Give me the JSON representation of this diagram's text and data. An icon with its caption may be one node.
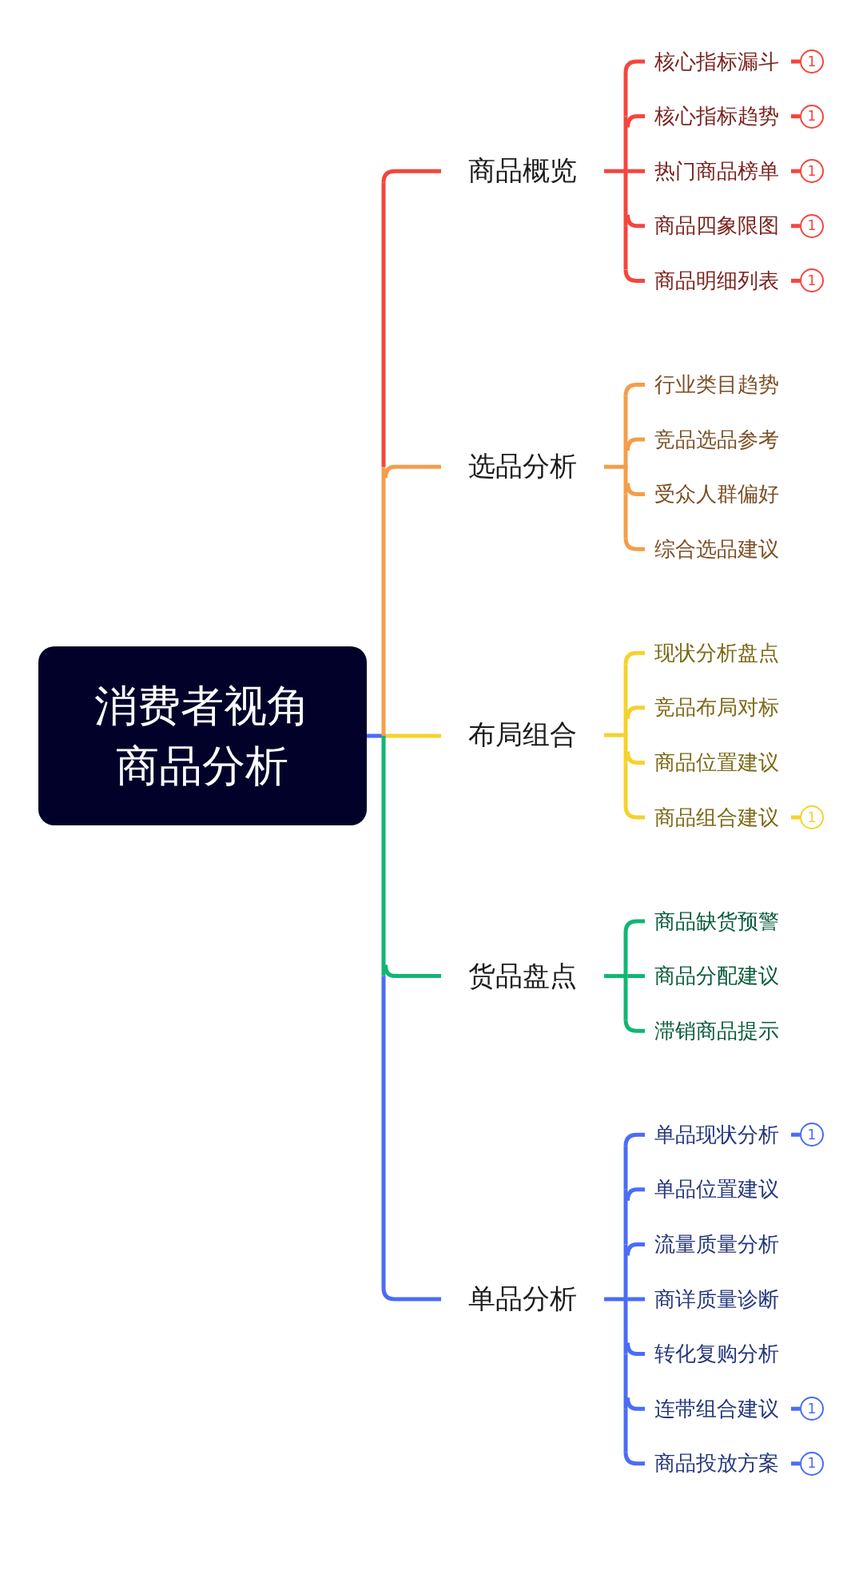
{
  "diagram": {
    "nodes": [
      {
        "text": [
          "消费者视角商品分析"
        ]
      },
      {
        "text": [
          "商品概览"
        ]
      },
      {
        "text": [
          "核心指标漏斗"
        ]
      },
      {
        "text": [
          "1"
        ]
      },
      {
        "text": [
          "核心指标趋势"
        ]
      },
      {
        "text": [
          "1"
        ]
      },
      {
        "text": [
          "热门商品榜单"
        ]
      },
      {
        "text": [
          "1"
        ]
      },
      {
        "text": [
          "商品四象限图"
        ]
      },
      {
        "text": [
          "1"
        ]
      },
      {
        "text": [
          "商品明细列表"
        ]
      },
      {
        "text": [
          "1"
        ]
      },
      {
        "text": [
          "选品分析"
        ]
      },
      {
        "text": [
          "行业类目趋势"
        ]
      },
      {
        "text": [
          "竞品选品参考"
        ]
      },
      {
        "text": [
          "受众人群偏好"
        ]
      },
      {
        "text": [
          "综合选品建议"
        ]
      },
      {
        "text": [
          "布局组合"
        ]
      },
      {
        "text": [
          "现状分析盘点"
        ]
      },
      {
        "text": [
          "竞品布局对标"
        ]
      },
      {
        "text": [
          "商品位置建议"
        ]
      },
      {
        "text": [
          "商品组合建议"
        ]
      },
      {
        "text": [
          "1"
        ]
      },
      {
        "text": [
          "货品盘点"
        ]
      },
      {
        "text": [
          "商品缺货预警"
        ]
      },
      {
        "text": [
          "商品分配建议"
        ]
      },
      {
        "text": [
          "滞销商品提示"
        ]
      },
      {
        "text": [
          "单品分析"
        ]
      },
      {
        "text": [
          "单品现状分析"
        ]
      },
      {
        "text": [
          "1"
        ]
      },
      {
        "text": [
          "单品位置建议"
        ]
      },
      {
        "text": [
          "流量质量分析"
        ]
      },
      {
        "text": [
          "商详质量诊断"
        ]
      },
      {
        "text": [
          "转化复购分析"
        ]
      },
      {
        "text": [
          "连带组合建议"
        ]
      },
      {
        "text": [
          "1"
        ]
      },
      {
        "text": [
          "商品投放方案"
        ]
      },
      {
        "text": [
          "1"
        ]
      }
    ],
    "edges": [
      {
        "from": 0,
        "to": 1,
        "arrow": "none",
        "color": "#f5453d"
      },
      {
        "from": 1,
        "to": 2,
        "arrow": "none",
        "color": "#f5453d"
      },
      {
        "from": 2,
        "to": 3,
        "arrow": "none",
        "color": "#f5453d"
      },
      {
        "from": 1,
        "to": 4,
        "arrow": "none",
        "color": "#f5453d"
      },
      {
        "from": 4,
        "to": 5,
        "arrow": "none",
        "color": "#f5453d"
      },
      {
        "from": 1,
        "to": 6,
        "arrow": "none",
        "color": "#f5453d"
      },
      {
        "from": 6,
        "to": 7,
        "arrow": "none",
        "color": "#f5453d"
      },
      {
        "from": 1,
        "to": 8,
        "arrow": "none",
        "color": "#f5453d"
      },
      {
        "from": 8,
        "to": 9,
        "arrow": "none",
        "color": "#f5453d"
      },
      {
        "from": 1,
        "to": 10,
        "arrow": "none",
        "color": "#f5453d"
      },
      {
        "from": 10,
        "to": 11,
        "arrow": "none",
        "color": "#f5453d"
      },
      {
        "from": 0,
        "to": 12,
        "arrow": "none",
        "color": "#f59d4a"
      },
      {
        "from": 12,
        "to": 13,
        "arrow": "none",
        "color": "#f59d4a"
      },
      {
        "from": 12,
        "to": 14,
        "arrow": "none",
        "color": "#f59d4a"
      },
      {
        "from": 12,
        "to": 15,
        "arrow": "none",
        "color": "#f59d4a"
      },
      {
        "from": 12,
        "to": 16,
        "arrow": "none",
        "color": "#f59d4a"
      },
      {
        "from": 0,
        "to": 17,
        "arrow": "none",
        "color": "#f5d22c"
      },
      {
        "from": 17,
        "to": 18,
        "arrow": "none",
        "color": "#f5d22c"
      },
      {
        "from": 17,
        "to": 19,
        "arrow": "none",
        "color": "#f5d22c"
      },
      {
        "from": 17,
        "to": 20,
        "arrow": "none",
        "color": "#f5d22c"
      },
      {
        "from": 17,
        "to": 21,
        "arrow": "none",
        "color": "#f5d22c"
      },
      {
        "from": 21,
        "to": 22,
        "arrow": "none",
        "color": "#f5d22c"
      },
      {
        "from": 0,
        "to": 23,
        "arrow": "none",
        "color": "#11b673"
      },
      {
        "from": 23,
        "to": 24,
        "arrow": "none",
        "color": "#11b673"
      },
      {
        "from": 23,
        "to": 25,
        "arrow": "none",
        "color": "#11b673"
      },
      {
        "from": 23,
        "to": 26,
        "arrow": "none",
        "color": "#11b673"
      },
      {
        "from": 0,
        "to": 27,
        "arrow": "none",
        "color": "#4a6cf7"
      },
      {
        "from": 27,
        "to": 28,
        "arrow": "none",
        "color": "#4a6cf7"
      },
      {
        "from": 28,
        "to": 29,
        "arrow": "none",
        "color": "#4a6cf7"
      },
      {
        "from": 27,
        "to": 30,
        "arrow": "none",
        "color": "#4a6cf7"
      },
      {
        "from": 27,
        "to": 31,
        "arrow": "none",
        "color": "#4a6cf7"
      },
      {
        "from": 27,
        "to": 32,
        "arrow": "none",
        "color": "#4a6cf7"
      },
      {
        "from": 27,
        "to": 33,
        "arrow": "none",
        "color": "#4a6cf7"
      },
      {
        "from": 27,
        "to": 34,
        "arrow": "none",
        "color": "#4a6cf7"
      },
      {
        "from": 34,
        "to": 35,
        "arrow": "none",
        "color": "#4a6cf7"
      },
      {
        "from": 27,
        "to": 36,
        "arrow": "none",
        "color": "#4a6cf7"
      },
      {
        "from": 36,
        "to": 37,
        "arrow": "none",
        "color": "#4a6cf7"
      }
    ]
  }
}
